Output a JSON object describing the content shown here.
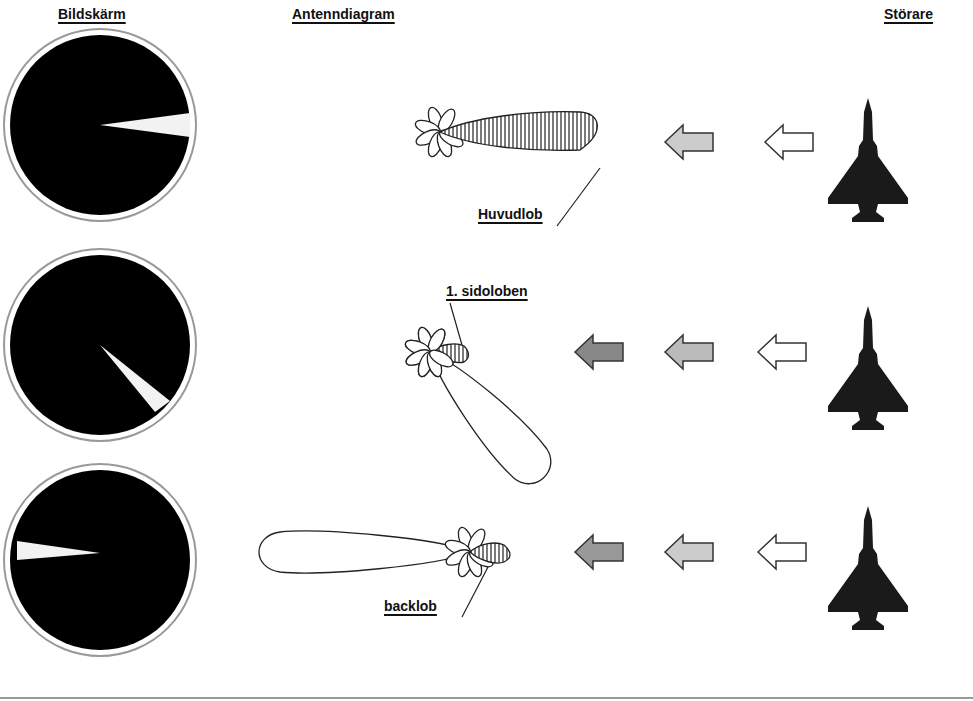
{
  "diagram": {
    "labels": [
      "Bildskärm",
      "Antenndiagram",
      "Störare",
      "Huvudlob",
      "1. sidoloben",
      "backlob"
    ]
  }
}
